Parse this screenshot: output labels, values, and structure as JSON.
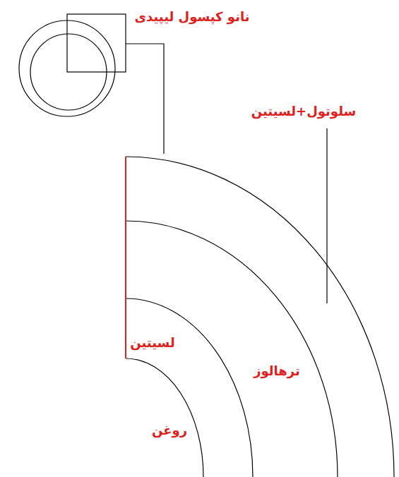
{
  "diagram": {
    "labels": [
      "نانو کپسول لیپیدی",
      "سلوتول+لسیتین",
      "لسیتین",
      "ترهالوز",
      "روغن"
    ]
  }
}
